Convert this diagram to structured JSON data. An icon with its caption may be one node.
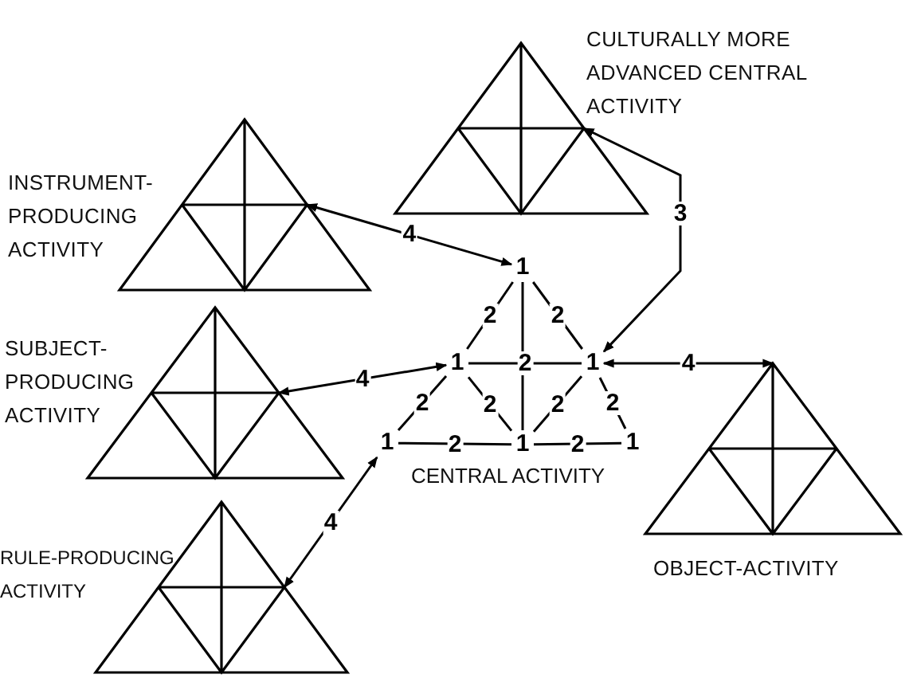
{
  "diagram": {
    "nodes": [
      {
        "text": [
          "INSTRUMENT-PRODUCING ACTIVITY"
        ]
      },
      {
        "text": [
          "CULTURALLY MORE ADVANCED CENTRAL ACTIVITY"
        ]
      },
      {
        "text": [
          "SUBJECT-PRODUCING ACTIVITY"
        ]
      },
      {
        "text": [
          "RULE-PRODUCING ACTIVITY"
        ]
      },
      {
        "text": [
          "OBJECT-ACTIVITY"
        ]
      },
      {
        "text": [
          "1"
        ]
      },
      {
        "text": [
          "1"
        ]
      },
      {
        "text": [
          "1"
        ]
      },
      {
        "text": [
          "1"
        ]
      },
      {
        "text": [
          "1"
        ]
      },
      {
        "text": [
          "1"
        ]
      }
    ],
    "edges": [
      {
        "from": 0,
        "to": 5,
        "arrow": "both",
        "label": "4"
      },
      {
        "from": 1,
        "to": 7,
        "arrow": "both",
        "label": "3"
      },
      {
        "from": 2,
        "to": 6,
        "arrow": "both",
        "label": "4"
      },
      {
        "from": 7,
        "to": 4,
        "arrow": "both",
        "label": "4"
      },
      {
        "from": 3,
        "to": 8,
        "arrow": "both",
        "label": "4"
      },
      {
        "from": 5,
        "to": 6,
        "arrow": "none",
        "label": "2"
      },
      {
        "from": 5,
        "to": 7,
        "arrow": "none",
        "label": "2"
      },
      {
        "from": 5,
        "to": 9,
        "arrow": "none"
      },
      {
        "from": 6,
        "to": 7,
        "arrow": "none",
        "label": "2"
      },
      {
        "from": 6,
        "to": 8,
        "arrow": "none",
        "label": "2"
      },
      {
        "from": 6,
        "to": 9,
        "arrow": "none",
        "label": "2"
      },
      {
        "from": 7,
        "to": 9,
        "arrow": "none",
        "label": "2"
      },
      {
        "from": 7,
        "to": 10,
        "arrow": "none",
        "label": "2"
      },
      {
        "from": 8,
        "to": 9,
        "arrow": "none",
        "label": "2"
      },
      {
        "from": 9,
        "to": 10,
        "arrow": "none",
        "label": "2"
      }
    ],
    "labels": [
      "CENTRAL ACTIVITY"
    ]
  }
}
